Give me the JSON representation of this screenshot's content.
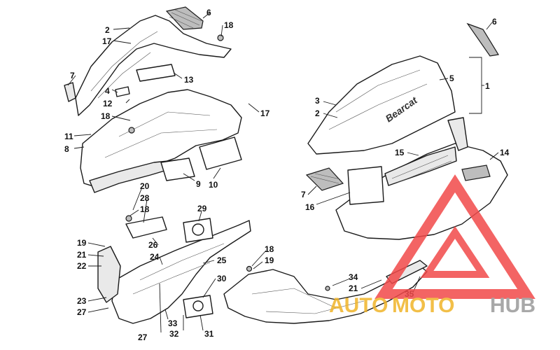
{
  "callouts": [
    {
      "id": "c6a",
      "text": "6"
    },
    {
      "id": "c18a",
      "text": "18"
    },
    {
      "id": "c2a",
      "text": "2"
    },
    {
      "id": "c17a",
      "text": "17"
    },
    {
      "id": "c7a",
      "text": "7"
    },
    {
      "id": "c13",
      "text": "13"
    },
    {
      "id": "c4",
      "text": "4"
    },
    {
      "id": "c12",
      "text": "12"
    },
    {
      "id": "c18b",
      "text": "18"
    },
    {
      "id": "c17b",
      "text": "17"
    },
    {
      "id": "c11",
      "text": "11"
    },
    {
      "id": "c8",
      "text": "8"
    },
    {
      "id": "c9",
      "text": "9"
    },
    {
      "id": "c10",
      "text": "10"
    },
    {
      "id": "c6b",
      "text": "6"
    },
    {
      "id": "c5",
      "text": "5"
    },
    {
      "id": "c1",
      "text": "1"
    },
    {
      "id": "c3",
      "text": "3"
    },
    {
      "id": "c2b",
      "text": "2"
    },
    {
      "id": "c15",
      "text": "15"
    },
    {
      "id": "c14",
      "text": "14"
    },
    {
      "id": "c7b",
      "text": "7"
    },
    {
      "id": "c16",
      "text": "16"
    },
    {
      "id": "c20",
      "text": "20"
    },
    {
      "id": "c28",
      "text": "28"
    },
    {
      "id": "c18c",
      "text": "18"
    },
    {
      "id": "c29",
      "text": "29"
    },
    {
      "id": "c19a",
      "text": "19"
    },
    {
      "id": "c26",
      "text": "26"
    },
    {
      "id": "c21a",
      "text": "21"
    },
    {
      "id": "c24",
      "text": "24"
    },
    {
      "id": "c22",
      "text": "22"
    },
    {
      "id": "c25",
      "text": "25"
    },
    {
      "id": "c18d",
      "text": "18"
    },
    {
      "id": "c19b",
      "text": "19"
    },
    {
      "id": "c30",
      "text": "30"
    },
    {
      "id": "c34",
      "text": "34"
    },
    {
      "id": "c21b",
      "text": "21"
    },
    {
      "id": "c35",
      "text": "35"
    },
    {
      "id": "c23",
      "text": "23"
    },
    {
      "id": "c27a",
      "text": "27"
    },
    {
      "id": "c33",
      "text": "33"
    },
    {
      "id": "c32",
      "text": "32"
    },
    {
      "id": "c31",
      "text": "31"
    },
    {
      "id": "c27b",
      "text": "27"
    }
  ],
  "hood_logo": "Bearcat",
  "watermark": {
    "part1": "AUTO",
    "part2": "MOTO",
    "part3": "HUB",
    "color_primary": "#f0b429",
    "color_secondary": "#9a9a9a",
    "color_logo": "#f24a4a"
  }
}
